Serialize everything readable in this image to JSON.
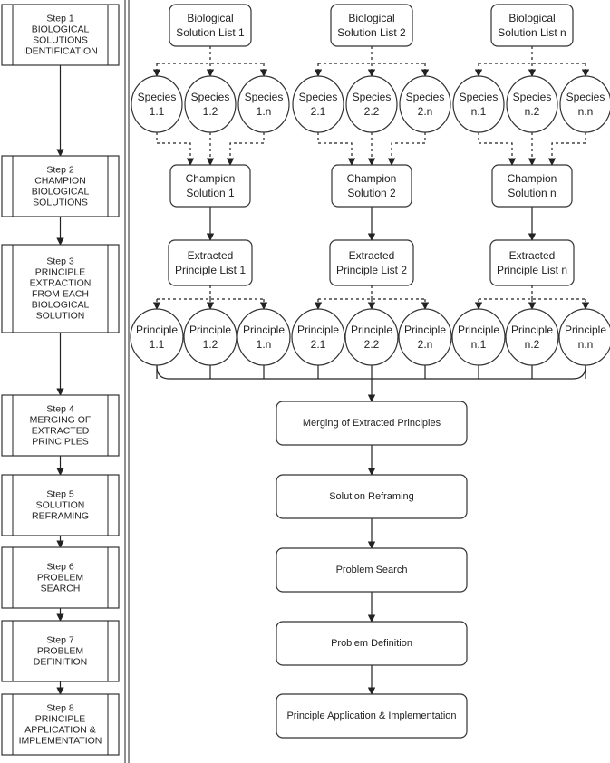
{
  "steps": [
    {
      "id": "step-1",
      "lines": [
        "Step 1",
        "BIOLOGICAL",
        "SOLUTIONS",
        "IDENTIFICATION"
      ]
    },
    {
      "id": "step-2",
      "lines": [
        "Step 2",
        "CHAMPION",
        "BIOLOGICAL",
        "SOLUTIONS"
      ]
    },
    {
      "id": "step-3",
      "lines": [
        "Step 3",
        "PRINCIPLE",
        "EXTRACTION",
        "FROM EACH",
        "BIOLOGICAL",
        "SOLUTION"
      ]
    },
    {
      "id": "step-4",
      "lines": [
        "Step 4",
        "MERGING OF",
        "EXTRACTED",
        "PRINCIPLES"
      ]
    },
    {
      "id": "step-5",
      "lines": [
        "Step 5",
        "SOLUTION",
        "REFRAMING"
      ]
    },
    {
      "id": "step-6",
      "lines": [
        "Step 6",
        "PROBLEM",
        "SEARCH"
      ]
    },
    {
      "id": "step-7",
      "lines": [
        "Step 7",
        "PROBLEM",
        "DEFINITION"
      ]
    },
    {
      "id": "step-8",
      "lines": [
        "Step 8",
        "PRINCIPLE",
        "APPLICATION &",
        "IMPLEMENTATION"
      ]
    }
  ],
  "groups": [
    {
      "list": [
        "Biological",
        "Solution List 1"
      ],
      "species": [
        [
          "Species",
          "1.1"
        ],
        [
          "Species",
          "1.2"
        ],
        [
          "Species",
          "1.n"
        ]
      ],
      "champion": [
        "Champion",
        "Solution 1"
      ],
      "extracted": [
        "Extracted",
        "Principle List 1"
      ],
      "principles": [
        [
          "Principle",
          "1.1"
        ],
        [
          "Principle",
          "1.2"
        ],
        [
          "Principle",
          "1.n"
        ]
      ]
    },
    {
      "list": [
        "Biological",
        "Solution List 2"
      ],
      "species": [
        [
          "Species",
          "2.1"
        ],
        [
          "Species",
          "2.2"
        ],
        [
          "Species",
          "2.n"
        ]
      ],
      "champion": [
        "Champion",
        "Solution 2"
      ],
      "extracted": [
        "Extracted",
        "Principle List 2"
      ],
      "principles": [
        [
          "Principle",
          "2.1"
        ],
        [
          "Principle",
          "2.2"
        ],
        [
          "Principle",
          "2.n"
        ]
      ]
    },
    {
      "list": [
        "Biological",
        "Solution List n"
      ],
      "species": [
        [
          "Species",
          "n.1"
        ],
        [
          "Species",
          "n.2"
        ],
        [
          "Species",
          "n.n"
        ]
      ],
      "champion": [
        "Champion",
        "Solution n"
      ],
      "extracted": [
        "Extracted",
        "Principle List n"
      ],
      "principles": [
        [
          "Principle",
          "n.1"
        ],
        [
          "Principle",
          "n.2"
        ],
        [
          "Principle",
          "n.n"
        ]
      ]
    }
  ],
  "process": [
    {
      "id": "merging",
      "label": "Merging of Extracted Principles"
    },
    {
      "id": "reframing",
      "label": "Solution Reframing"
    },
    {
      "id": "problem-search",
      "label": "Problem Search"
    },
    {
      "id": "problem-definition",
      "label": "Problem Definition"
    },
    {
      "id": "application",
      "label": "Principle Application & Implementation"
    }
  ]
}
